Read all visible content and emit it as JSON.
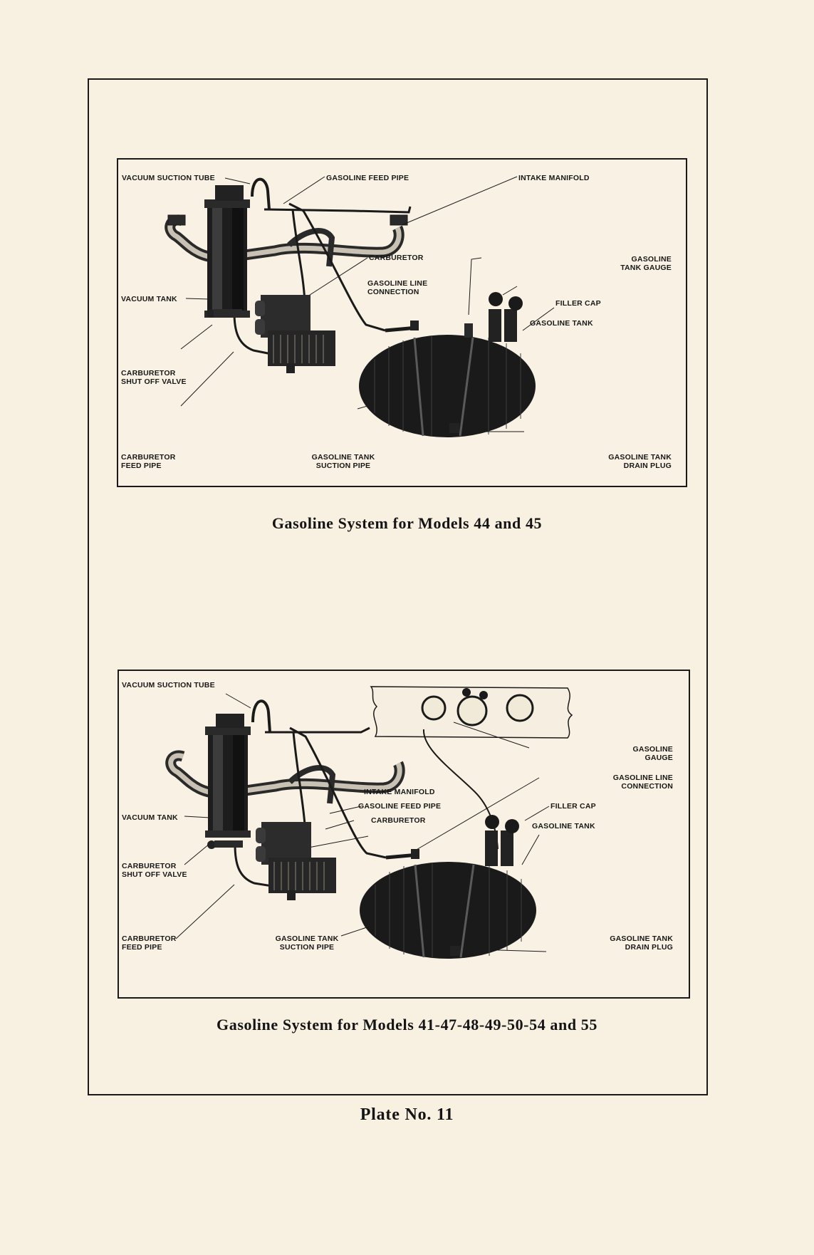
{
  "figures": [
    {
      "caption": "Gasoline System for Models 44 and 45",
      "labels": {
        "vacuum_suction_tube": "VACUUM SUCTION TUBE",
        "gasoline_feed_pipe": "GASOLINE FEED PIPE",
        "intake_manifold": "INTAKE MANIFOLD",
        "gasoline_tank_gauge": [
          "GASOLINE",
          "TANK GAUGE"
        ],
        "carburetor": "CARBURETOR",
        "vacuum_tank": "VACUUM TANK",
        "gasoline_line_connection": [
          "GASOLINE LINE",
          "CONNECTION"
        ],
        "filler_cap": "FILLER CAP",
        "gasoline_tank": "GASOLINE TANK",
        "carburetor_shut_off_valve": [
          "CARBURETOR",
          "SHUT OFF VALVE"
        ],
        "carburetor_feed_pipe": [
          "CARBURETOR",
          "FEED PIPE"
        ],
        "gasoline_tank_suction_pipe": [
          "GASOLINE TANK",
          "SUCTION PIPE"
        ],
        "gasoline_tank_drain_plug": [
          "GASOLINE TANK",
          "DRAIN PLUG"
        ]
      }
    },
    {
      "caption": "Gasoline System for Models 41-47-48-49-50-54 and 55",
      "labels": {
        "vacuum_suction_tube": "VACUUM SUCTION TUBE",
        "gasoline_gauge": [
          "GASOLINE",
          "GAUGE"
        ],
        "gasoline_line_connection": [
          "GASOLINE LINE",
          "CONNECTION"
        ],
        "intake_manifold": "INTAKE MANIFOLD",
        "gasoline_feed_pipe": "GASOLINE FEED PIPE",
        "filler_cap": "FILLER CAP",
        "vacuum_tank": "VACUUM TANK",
        "carburetor": "CARBURETOR",
        "gasoline_tank": "GASOLINE TANK",
        "carburetor_shut_off_valve": [
          "CARBURETOR",
          "SHUT OFF VALVE"
        ],
        "carburetor_feed_pipe": [
          "CARBURETOR",
          "FEED PIPE"
        ],
        "gasoline_tank_suction_pipe": [
          "GASOLINE TANK",
          "SUCTION PIPE"
        ],
        "gasoline_tank_drain_plug": [
          "GASOLINE TANK",
          "DRAIN PLUG"
        ]
      }
    }
  ],
  "plate_number": "Plate No. 11"
}
